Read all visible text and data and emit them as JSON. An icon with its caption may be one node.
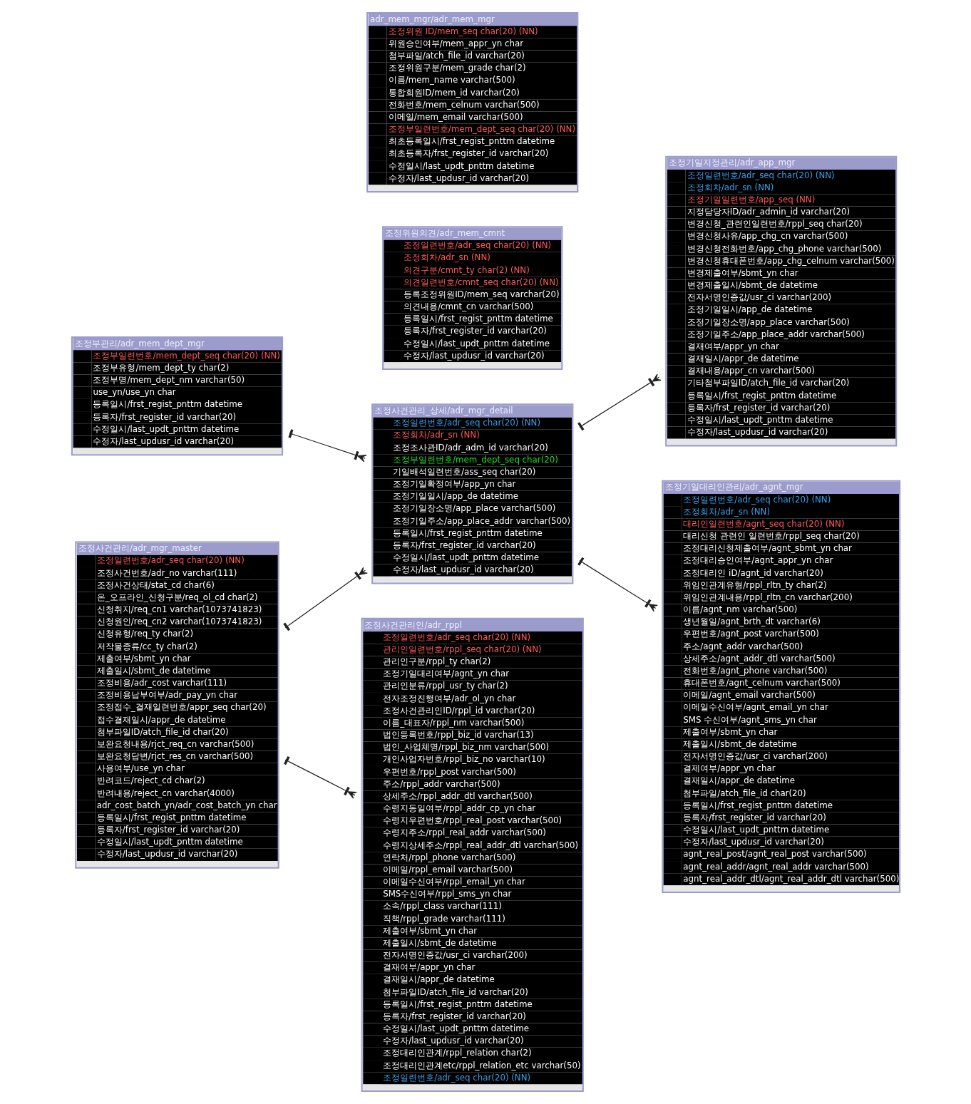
{
  "diagram": {
    "nodes": [
      {
        "text": [
          "조정부관리/adr_mem_dept_mgr",
          "조정부일련번호/mem_dept_seq char(20) (NN)",
          "조정부유형/mem_dept_ty char(2)",
          "조정부명/mem_dept_nm varchar(50)",
          "use_yn/use_yn char",
          "등록일시/frst_regist_pnttm datetime",
          "등록자/frst_register_id varchar(20)",
          "수정일시/last_updt_pnttm datetime",
          "수정자/last_updusr_id varchar(20)"
        ]
      },
      {
        "text": [
          "조정사건관리_상세/adr_mgr_detail",
          "조정일련번호/adr_seq char(20) (NN)",
          "조정회차/adr_sn (NN)",
          "조정조사관ID/adr_adm_id varchar(20)",
          "조정부일련번호/mem_dept_seq char(20)",
          "기일배석일련번호/ass_seq char(20)",
          "조정기일확정여부/app_yn char",
          "조정기일일시/app_de datetime",
          "조정기일장소명/app_place varchar(500)",
          "조정기일주소/app_place_addr varchar(500)",
          "등록일시/frst_regist_pnttm datetime",
          "등록자/frst_register_id varchar(20)",
          "수정일시/last_updt_pnttm datetime",
          "수정자/last_updusr_id varchar(20)"
        ]
      },
      {
        "text": [
          "조정기일지정관리/adr_app_mgr",
          "조정일련번호/adr_seq char(20) (NN)",
          "조정회차/adr_sn (NN)",
          "조정기일일련번호/app_seq (NN)",
          "지정담당자ID/adr_admin_id varchar(20)",
          "변경신청_관련인일련번호/rppl_seq char(20)",
          "변경신청사유/app_chg_cn varchar(500)",
          "변경신청전화번호/app_chg_phone varchar(500)",
          "변경신청휴대폰번호/app_chg_celnum varchar(500)",
          "변경제출여부/sbmt_yn char",
          "변경제출일시/sbmt_de datetime",
          "전자서명인증값/usr_ci varchar(200)",
          "조정기일일시/app_de datetime",
          "조정기일장소명/app_place varchar(500)",
          "조정기일주소/app_place_addr varchar(500)",
          "결재여부/appr_yn char",
          "결재일시/appr_de datetime",
          "결재내용/appr_cn varchar(500)",
          "기타첨부파일ID/atch_file_id varchar(20)",
          "등록일시/frst_regist_pnttm datetime",
          "등록자/frst_register_id varchar(20)",
          "수정일시/last_updt_pnttm datetime",
          "수정자/last_updusr_id varchar(20)"
        ]
      },
      {
        "text": [
          "조정사건관리인/adr_rppl",
          "조정일련번호/adr_seq char(20) (NN)",
          "관리인일련번호/rppl_seq char(20) (NN)",
          "관리인구분/rppl_ty char(2)",
          "조정기일대리여부/agnt_yn char",
          "관리인분류/rppl_usr_ty char(2)",
          "전자조정진행여부/adr_ol_yn char",
          "조정사건관리인ID/rppl_id varchar(20)",
          "이름_대표자/rppl_nm varchar(500)",
          "법인등록번호/rppl_biz_id varchar(13)",
          "법인_사업체명/rppl_biz_nm varchar(500)",
          "개인사업자번호/rppl_biz_no varchar(10)",
          "우편번호/rppl_post varchar(500)",
          "주소/rppl_addr varchar(500)",
          "상세주소/rppl_addr_dtl varchar(500)",
          "수령지동일여부/rppl_addr_cp_yn char",
          "수령지우편번호/rppl_real_post varchar(500)",
          "수령지주소/rppl_real_addr varchar(500)",
          "수령지상세주소/rppl_real_addr_dtl varchar(500)",
          "연락처/rppl_phone varchar(500)",
          "이메일/rppl_email varchar(500)",
          "이메일수신여부/rppl_email_yn char",
          "SMS수신여부/rppl_sms_yn char",
          "소속/rppl_class varchar(111)",
          "직책/rppl_grade varchar(111)",
          "제출여부/sbmt_yn char",
          "제출일시/sbmt_de datetime",
          "전자서명인증값/usr_ci varchar(200)",
          "결재여부/appr_yn char",
          "결재일시/appr_de datetime",
          "첨부파일ID/atch_file_id varchar(20)",
          "등록일시/frst_regist_pnttm datetime",
          "등록자/frst_register_id varchar(20)",
          "수정일시/last_updt_pnttm datetime",
          "수정자/last_updusr_id varchar(20)",
          "조정대리인관계/rppl_relation char(2)",
          "조정대리인관계etc/rppl_relation_etc varchar(50)",
          "조정일련번호/adr_seq char(20) (NN)"
        ]
      },
      {
        "text": [
          "조정사건관리/adr_mgr_master",
          "조정일련번호/adr_seq char(20) (NN)",
          "조정사건번호/adr_no varchar(111)",
          "조정사건상태/stat_cd char(6)",
          "온_오프라인_신청구분/req_ol_cd char(2)",
          "신청취지/req_cn1 varchar(1073741823)",
          "신청원인/req_cn2 varchar(1073741823)",
          "신청유형/req_ty char(2)",
          "저작물종류/cc_ty char(2)",
          "제출여부/sbmt_yn char",
          "제출일시/sbmt_de datetime",
          "조정비용/adr_cost varchar(111)",
          "조정비용납부여부/adr_pay_yn char",
          "조정접수_결재일련번호/appr_seq char(20)",
          "접수결재일시/appr_de datetime",
          "첨부파일ID/atch_file_id char(20)",
          "보완요청내용/rjct_req_cn varchar(500)",
          "보완요청답변/rjct_res_cn varchar(500)",
          "사용여부/use_yn char",
          "반려코드/reject_cd char(2)",
          "반려내용/reject_cn varchar(4000)",
          "adr_cost_batch_yn/adr_cost_batch_yn char",
          "등록일시/frst_regist_pnttm datetime",
          "등록자/frst_register_id varchar(20)",
          "수정일시/last_updt_pnttm datetime",
          "수정자/last_updusr_id varchar(20)"
        ]
      },
      {
        "text": [
          "조정기일대리인관리/adr_agnt_mgr",
          "조정일련번호/adr_seq char(20) (NN)",
          "조정회차/adr_sn (NN)",
          "대리인일련번호/agnt_seq char(20) (NN)",
          "대리신청 관련인 일련번호/rppl_seq char(20)",
          "조정대리신청제출여부/agnt_sbmt_yn char",
          "조정대리승인여부/agnt_appr_yn char",
          "조정대리인 iD/agnt_id varchar(20)",
          "위임인관계유형/rppl_rltn_ty char(2)",
          "위임인관계내용/rppl_rltn_cn varchar(200)",
          "이름/agnt_nm varchar(500)",
          "생년월일/agnt_brth_dt varchar(6)",
          "우편번호/agnt_post varchar(500)",
          "주소/agnt_addr varchar(500)",
          "상세주소/agnt_addr_dtl varchar(500)",
          "전화번호/agnt_phone varchar(500)",
          "휴대폰번호/agnt_celnum varchar(500)",
          "이메일/agnt_email varchar(500)",
          "이메일수신여부/agnt_email_yn char",
          "SMS 수신여부/agnt_sms_yn char",
          "제출여부/sbmt_yn char",
          "제출일시/sbmt_de datetime",
          "전자서명인증값/usr_ci varchar(200)",
          "결제여부/appr_yn char",
          "결재일시/appr_de datetime",
          "첨부파일/atch_file_id char(20)",
          "등록일시/frst_regist_pnttm datetime",
          "등록자/frst_register_id varchar(20)",
          "수정일시/last_updt_pnttm datetime",
          "수정자/last_updusr_id varchar(20)",
          "agnt_real_post/agnt_real_post varchar(500)",
          "agnt_real_addr/agnt_real_addr varchar(500)",
          "agnt_real_addr_dtl/agnt_real_addr_dtl varchar(500)"
        ]
      },
      {
        "text": [
          "조정위원의견/adr_mem_cmnt",
          "조정일련번호/adr_seq char(20) (NN)",
          "조정회차/adr_sn (NN)",
          "의견구분/cmnt_ty char(2) (NN)",
          "의견일련번호/cmnt_seq char(20) (NN)",
          "등록조정위원ID/mem_seq varchar(20)",
          "의견내용/cmnt_cn varchar(500)",
          "등록일시/frst_regist_pnttm datetime",
          "등록자/frst_register_id varchar(20)",
          "수정일시/last_updt_pnttm datetime",
          "수정자/last_updusr_id varchar(20)"
        ]
      },
      {
        "text": [
          "adr_mem_mgr/adr_mem_mgr",
          "조정위원 ID/mem_seq char(20) (NN)",
          "위원승인여부/mem_appr_yn char",
          "첨부파일/atch_file_id varchar(20)",
          "조정위원구분/mem_grade char(2)",
          "이름/mem_name varchar(500)",
          "통합회원ID/mem_id varchar(20)",
          "전화번호/mem_celnum varchar(500)",
          "이메일/mem_email varchar(500)",
          "조정부일련번호/mem_dept_seq char(20) (NN)",
          "최초등록일시/frst_regist_pnttm datetime",
          "최초등록자/frst_register_id varchar(20)",
          "수정일시/last_updt_pnttm datetime",
          "수정자/last_updusr_id varchar(20)"
        ]
      }
    ],
    "edges": [
      {
        "from": 0,
        "to": 1,
        "arrow": "other"
      },
      {
        "from": 1,
        "to": 2,
        "arrow": "other"
      },
      {
        "from": 4,
        "to": 1,
        "arrow": "other"
      },
      {
        "from": 1,
        "to": 5,
        "arrow": "other"
      },
      {
        "from": 4,
        "to": 3,
        "arrow": "other"
      }
    ]
  }
}
